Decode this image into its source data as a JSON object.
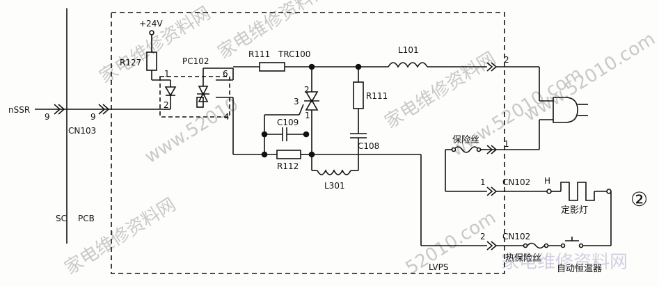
{
  "labels": {
    "v24": "+24V",
    "r127": "R127",
    "pc102": "PC102",
    "r111a": "R111",
    "trc100": "TRC100",
    "l101": "L101",
    "nssr": "nSSR",
    "pin9a": "9",
    "pin9b": "9",
    "cn103": "CN103",
    "p1": "1",
    "p2": "2",
    "p6": "6",
    "p4": "4",
    "t2": "2",
    "t3": "3",
    "t1": "1",
    "r111b": "R111",
    "c109": "C109",
    "c108": "C108",
    "r112": "R112",
    "l301": "L301",
    "fuse": "保险丝",
    "fuse_pin": "1",
    "plug_pin2": "2",
    "cn102_pin1": "1",
    "cn102_a": "CN102",
    "h": "H",
    "lamp": "定影灯",
    "circled2": "②",
    "cn102_pin2": "2",
    "cn102_b": "CN102",
    "thermal_fuse": "热保险丝",
    "thermostat": "自动恒温器",
    "lvps": "LVPS",
    "sc": "SC",
    "pcb": "PCB"
  },
  "watermarks": [
    "家电维修资料网",
    "www.52010",
    "家电维修资料网",
    "www.52010.com",
    "家电维修资料网",
    "52010.com",
    "家电维修资料网",
    "家电维修资料网",
    "www.52010.com"
  ]
}
